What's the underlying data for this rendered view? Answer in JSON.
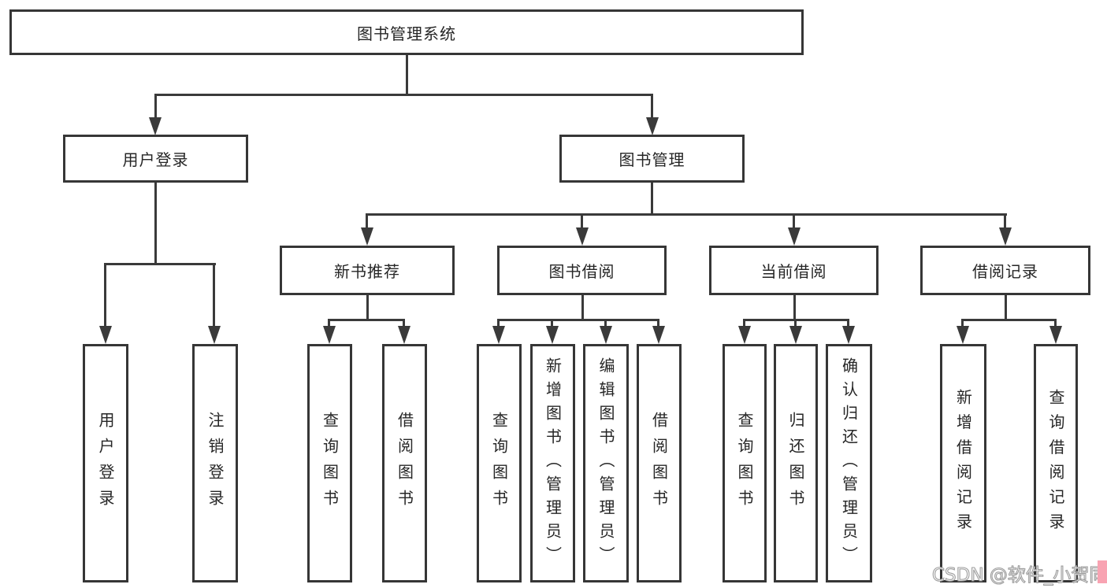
{
  "tree": {
    "root": {
      "label": "图书管理系统"
    },
    "user_login": {
      "label": "用户登录",
      "children": [
        {
          "label": "用户登录"
        },
        {
          "label": "注销登录"
        }
      ]
    },
    "book_mgmt": {
      "label": "图书管理",
      "sections": [
        {
          "label": "新书推荐",
          "children": [
            {
              "label": "查询图书"
            },
            {
              "label": "借阅图书"
            }
          ]
        },
        {
          "label": "图书借阅",
          "children": [
            {
              "label": "查询图书"
            },
            {
              "label": "新增图书（管理员）"
            },
            {
              "label": "编辑图书（管理员）"
            },
            {
              "label": "借阅图书"
            }
          ]
        },
        {
          "label": "当前借阅",
          "children": [
            {
              "label": "查询图书"
            },
            {
              "label": "归还图书"
            },
            {
              "label": "确认归还（管理员）"
            }
          ]
        },
        {
          "label": "借阅记录",
          "children": [
            {
              "label": "新增借阅记录"
            },
            {
              "label": "查询借阅记录"
            }
          ]
        }
      ]
    }
  },
  "watermark": {
    "text": "CSDN @软件_小贺同学"
  },
  "colors": {
    "line": "#3a3a3a",
    "box_border": "#363636",
    "text": "#262626",
    "watermark_pink": "#f8a3b2"
  }
}
